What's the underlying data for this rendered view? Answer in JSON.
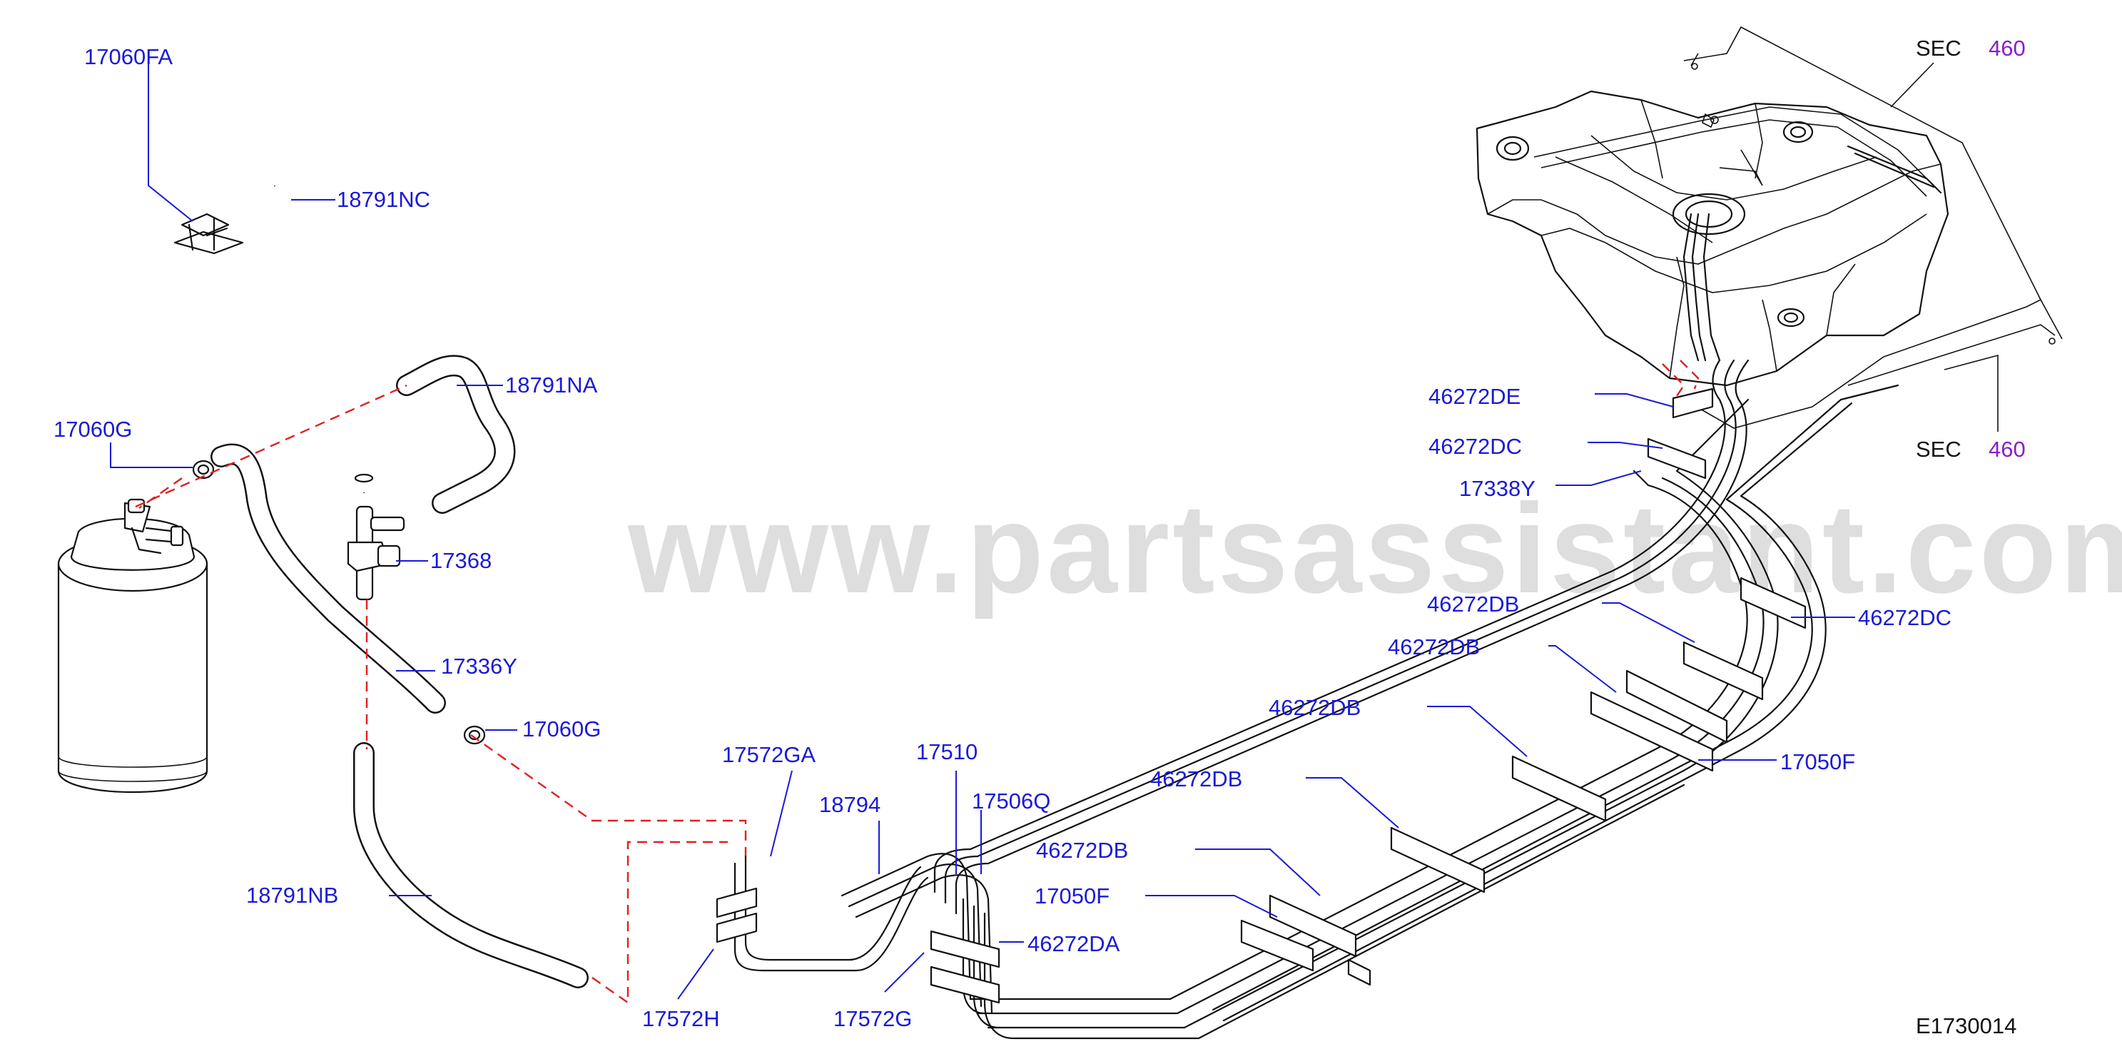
{
  "watermark": "www.partsassistant.com",
  "diagram_id": "E1730014",
  "section_refs": [
    {
      "prefix": "SEC",
      "number": "460"
    },
    {
      "prefix": "SEC",
      "number": "460"
    }
  ],
  "callouts": [
    "17060FA",
    "18791NC",
    "18791NA",
    "17060G",
    "17368",
    "17336Y",
    "17060G",
    "18791NB",
    "17572GA",
    "18794",
    "17510",
    "17506Q",
    "17572H",
    "17572G",
    "46272DA",
    "17050F",
    "46272DB",
    "46272DB",
    "46272DB",
    "46272DB",
    "46272DB",
    "46272DC",
    "17050F",
    "46272DE",
    "46272DC",
    "17338Y"
  ]
}
